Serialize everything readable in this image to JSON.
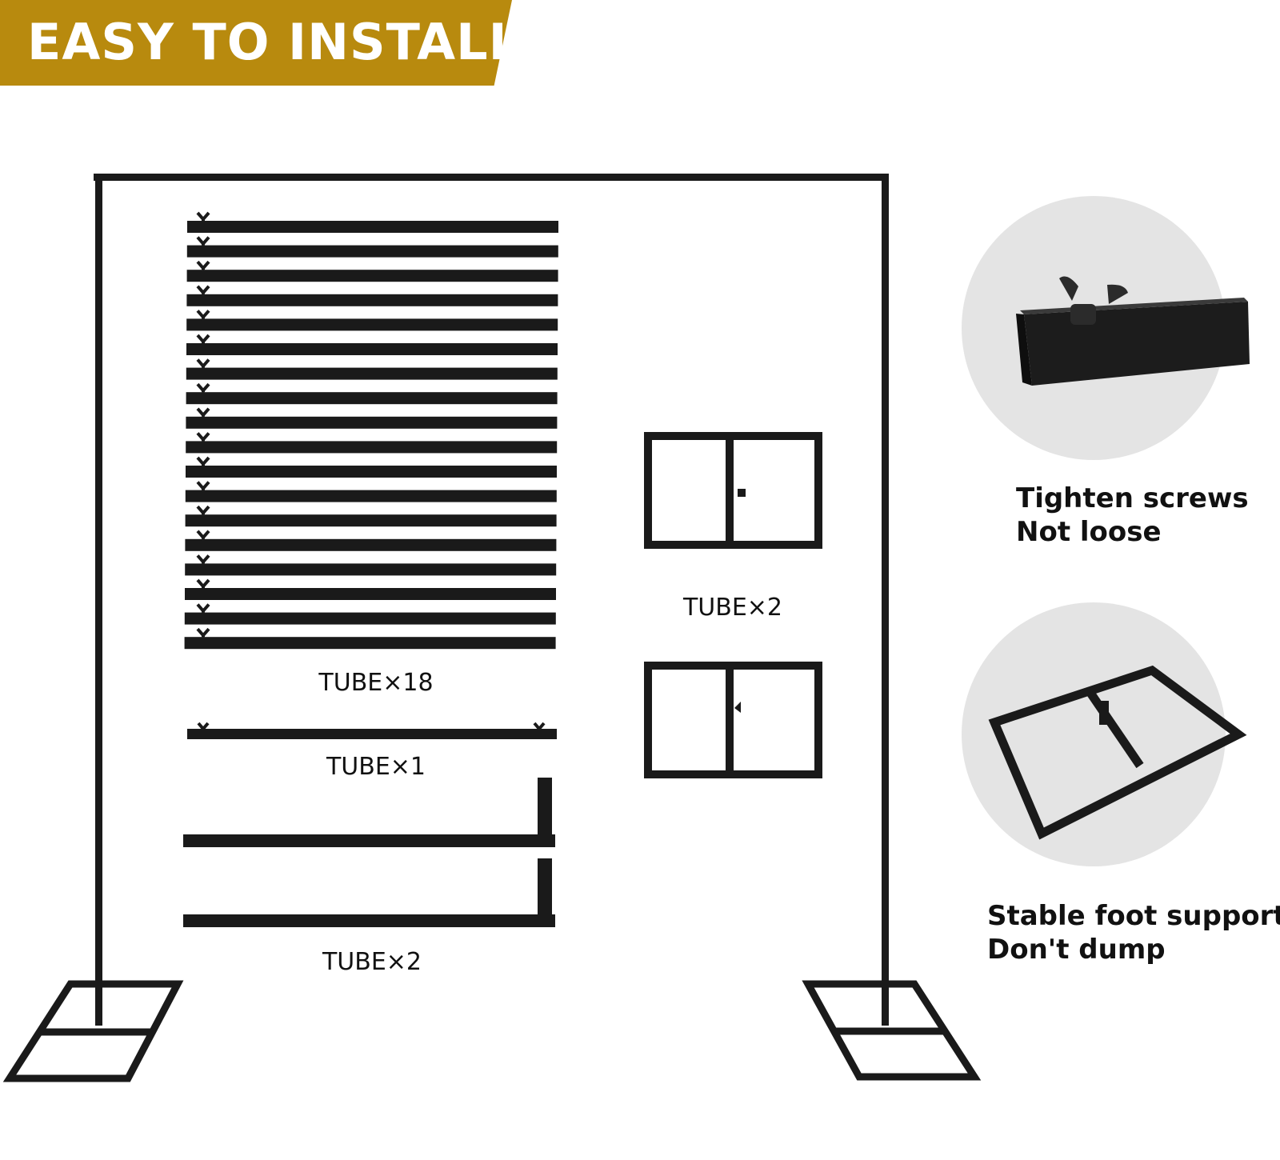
{
  "banner": {
    "title": "EASY TO INSTALL"
  },
  "colors": {
    "banner": "#B88A0E",
    "metal": "#1A1A1A",
    "circle": "#E4E4E4",
    "text": "#111111"
  },
  "parts": [
    {
      "label": "TUBE×18",
      "icon": "long-tube-with-wing-screw-icon"
    },
    {
      "label": "TUBE×1",
      "icon": "crossbar-tube-icon"
    },
    {
      "label": "TUBE×2",
      "icon": "l-shaped-tube-icon"
    },
    {
      "label": "TUBE×2",
      "icon": "base-frame-icon"
    }
  ],
  "features": [
    {
      "line1": "Tighten screws",
      "line2": "Not loose",
      "icon": "wing-screw-closeup-icon"
    },
    {
      "line1": "Stable foot support",
      "line2": "Don't dump",
      "icon": "base-frame-closeup-icon"
    }
  ]
}
